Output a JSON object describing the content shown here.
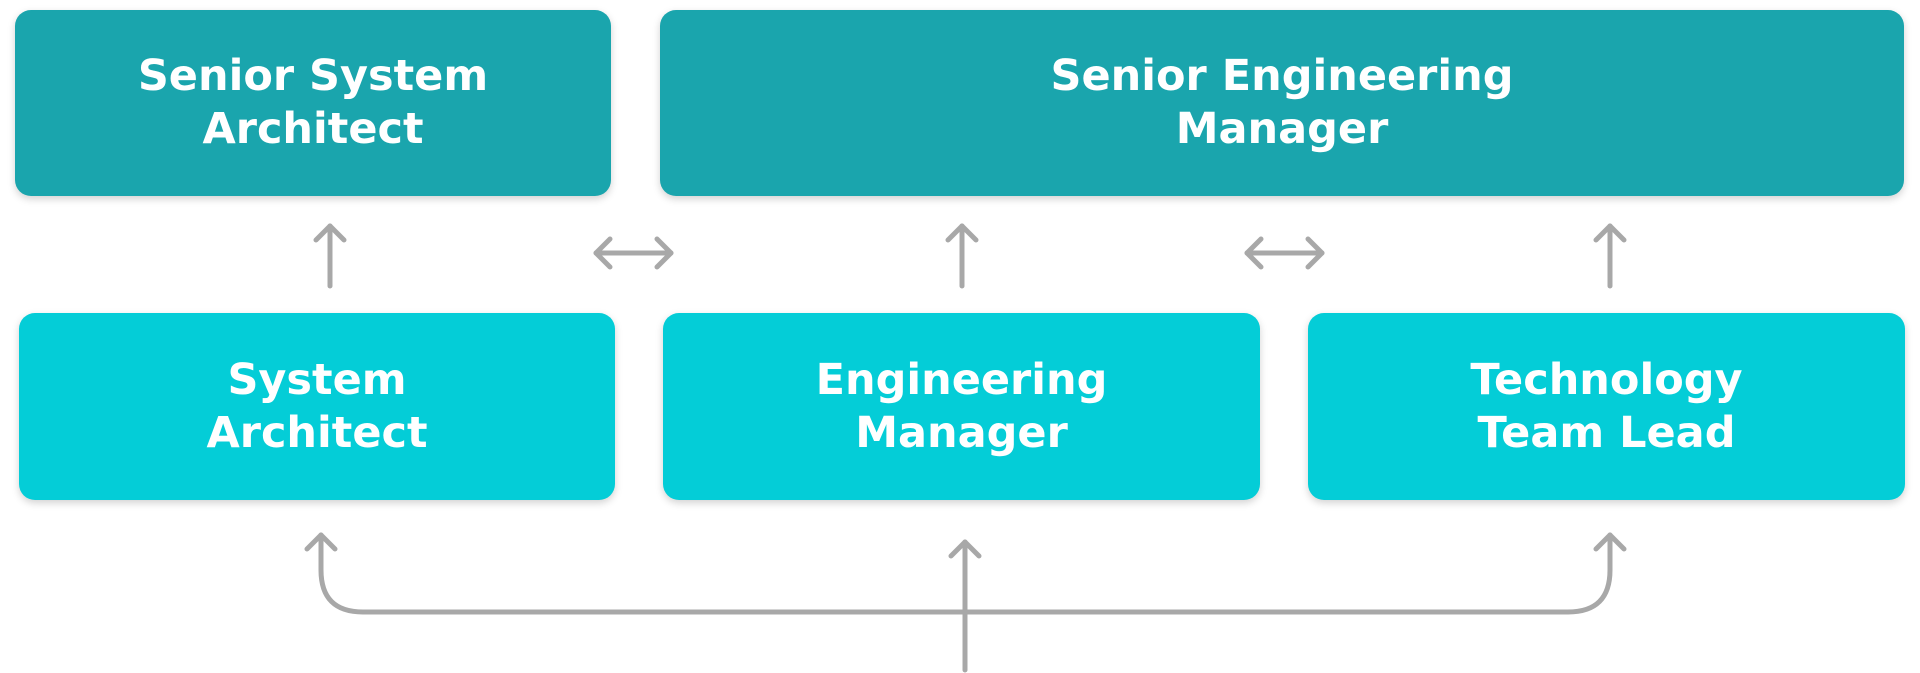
{
  "cards": {
    "senior_system_architect": [
      "Senior System",
      "Architect"
    ],
    "senior_engineering_manager": [
      "Senior Engineering",
      "Manager"
    ],
    "system_architect": [
      "System",
      "Architect"
    ],
    "engineering_manager": [
      "Engineering",
      "Manager"
    ],
    "technology_team_lead": [
      "Technology",
      "Team Lead"
    ]
  },
  "colors": {
    "senior_card": "#1aa5ad",
    "card": "#04cdd7",
    "text": "#ffffff",
    "connector": "#a8a8a8"
  }
}
